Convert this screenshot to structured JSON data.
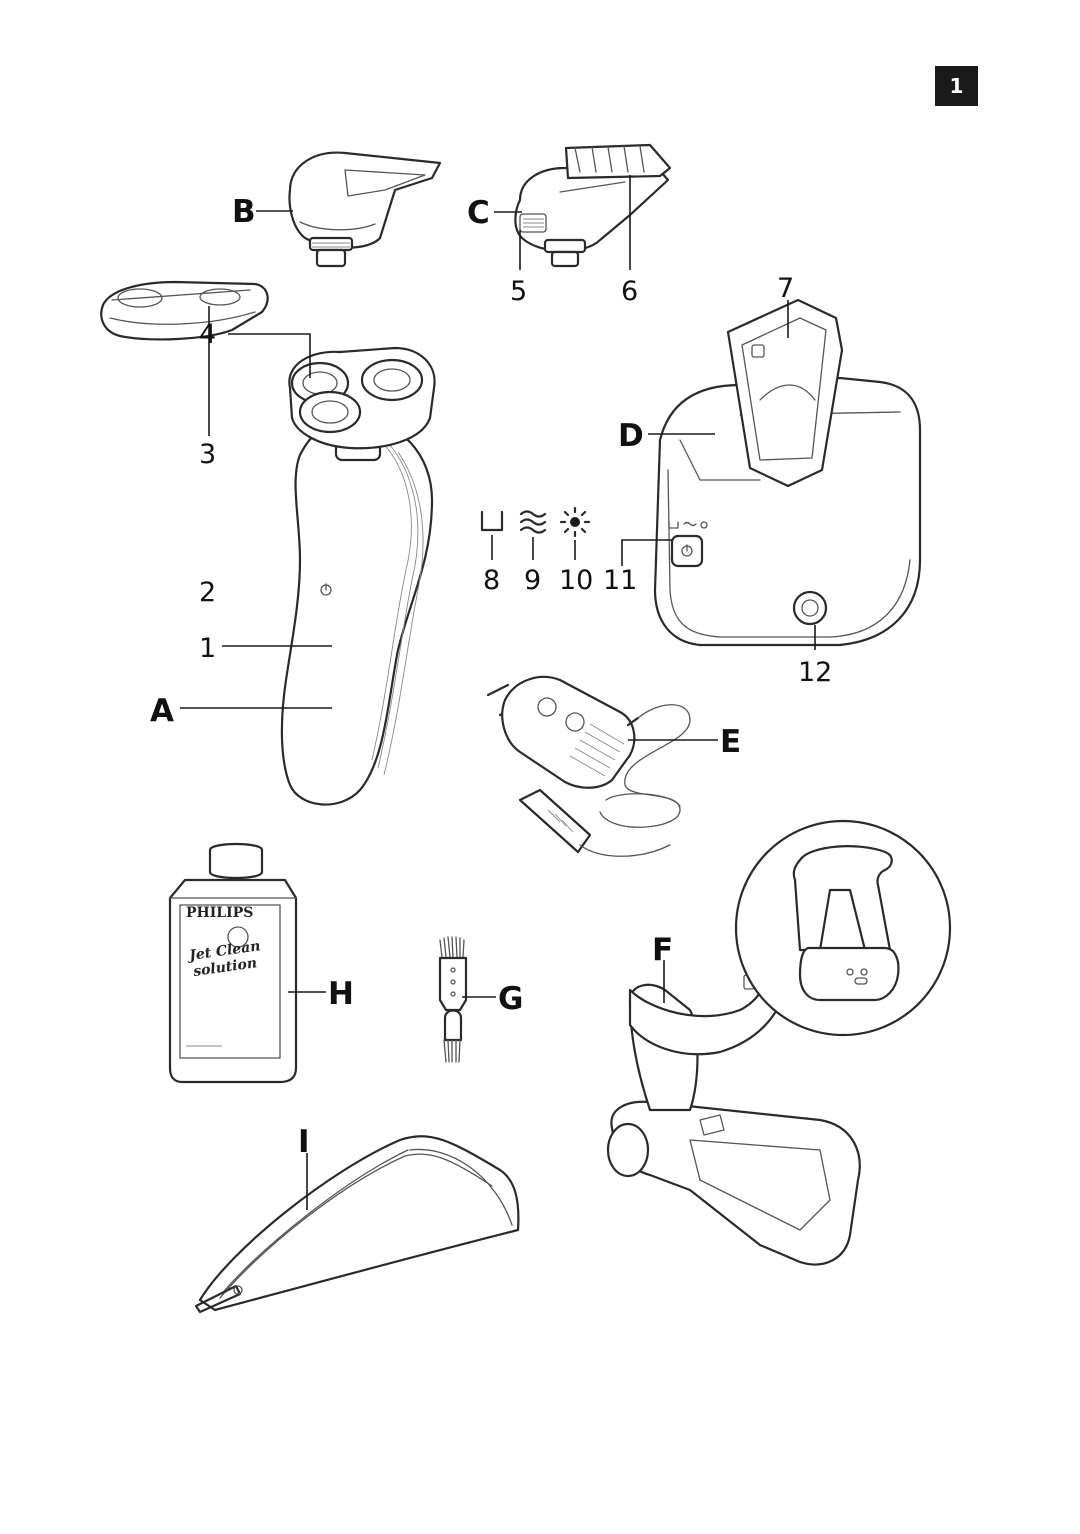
{
  "page_number": "1",
  "parts": {
    "A": "A",
    "B": "B",
    "C": "C",
    "D": "D",
    "E": "E",
    "F": "F",
    "G": "G",
    "H": "H",
    "I": "I"
  },
  "numbers": {
    "n1": "1",
    "n2": "2",
    "n3": "3",
    "n4": "4",
    "n5": "5",
    "n6": "6",
    "n7": "7",
    "n8": "8",
    "n9": "9",
    "n10": "10",
    "n11": "11",
    "n12": "12"
  },
  "bottle": {
    "brand": "PHILIPS",
    "line1": "Jet Clean",
    "line2": "solution"
  },
  "icons": {
    "cleaning_fluid": "cup-icon",
    "drying": "waves-icon",
    "ready": "sun-icon",
    "power": "power-icon"
  }
}
